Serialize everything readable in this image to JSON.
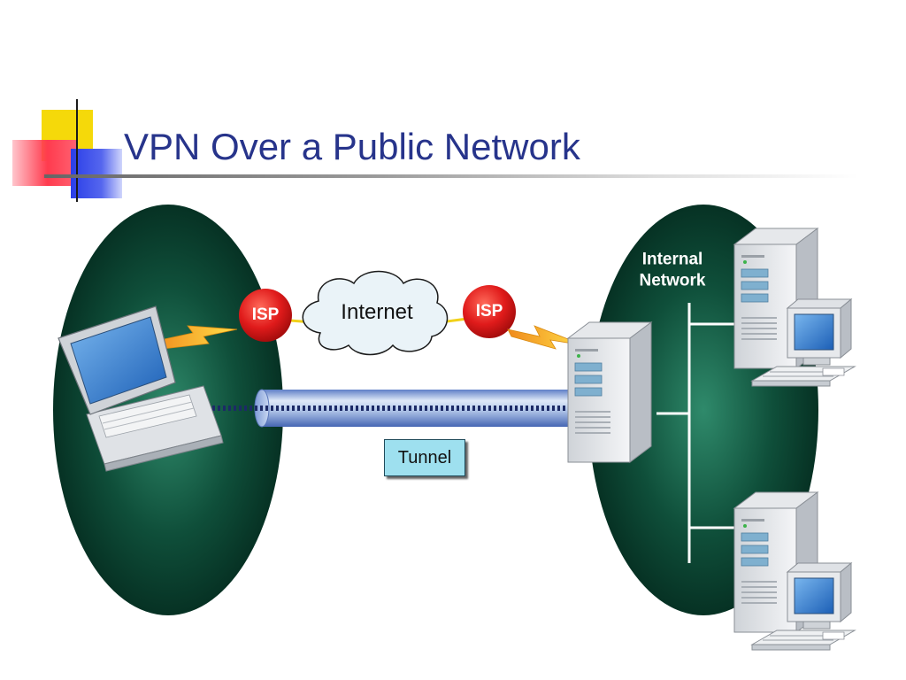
{
  "slide": {
    "title": "VPN Over a Public Network"
  },
  "diagram": {
    "isp_left": "ISP",
    "isp_right": "ISP",
    "cloud_label": "Internet",
    "network_label_line1": "Internal",
    "network_label_line2": "Network",
    "tunnel_label": "Tunnel"
  },
  "colors": {
    "title": "#27348b",
    "ellipse_dark": "#063a2a",
    "ellipse_light": "#2f8a6b",
    "isp_red": "#e01b1b",
    "tunnel_blue": "#a9c2e6",
    "tunnel_label_bg": "#9ee0ef",
    "lightning": "#f5c400"
  }
}
